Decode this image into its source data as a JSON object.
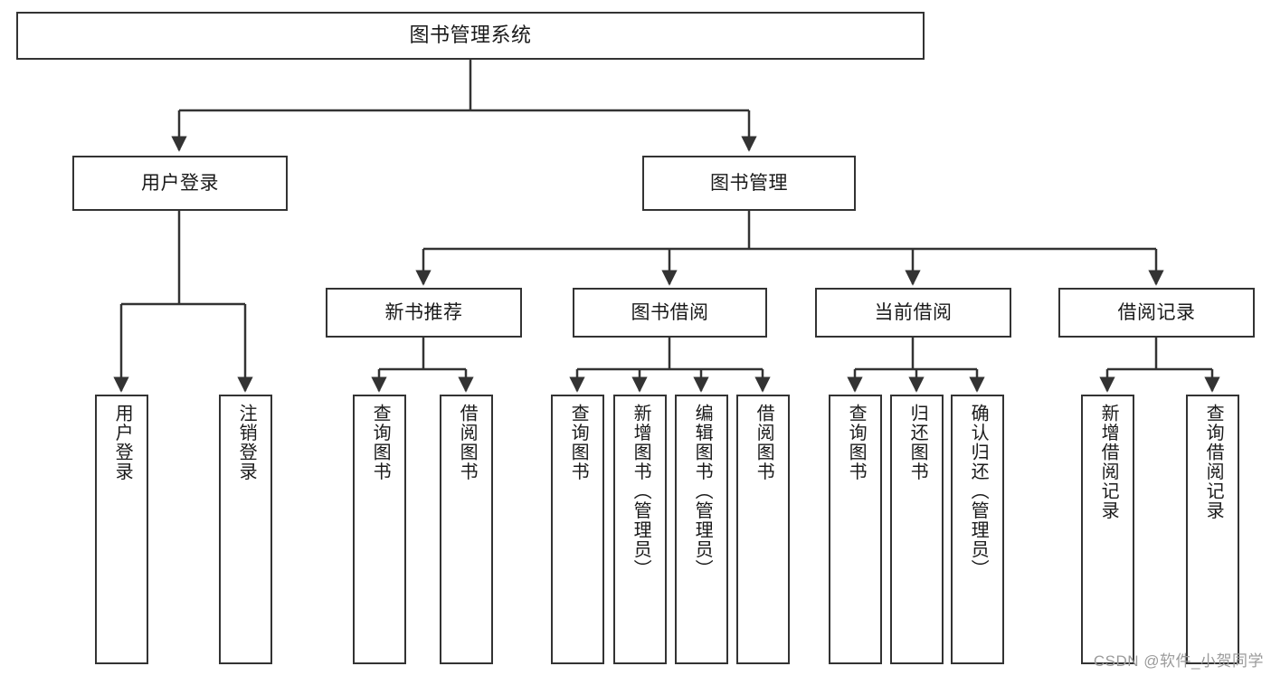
{
  "diagram": {
    "type": "tree-hierarchy-diagram",
    "title": "图书管理系统",
    "watermark": "CSDN @软件_小贺同学",
    "colors": {
      "box_border": "#333333",
      "box_fill": "#ffffff",
      "connector": "#333333",
      "text": "#1a1a1a",
      "watermark": "#9b9b9b",
      "background": "#ffffff"
    },
    "root": {
      "id": "root",
      "label": "图书管理系统"
    },
    "level1": [
      {
        "id": "user-login",
        "label": "用户登录"
      },
      {
        "id": "book-manage",
        "label": "图书管理"
      }
    ],
    "level2": [
      {
        "id": "new-book-recommend",
        "label": "新书推荐",
        "parent": "book-manage"
      },
      {
        "id": "book-borrow",
        "label": "图书借阅",
        "parent": "book-manage"
      },
      {
        "id": "current-borrow",
        "label": "当前借阅",
        "parent": "book-manage"
      },
      {
        "id": "borrow-record",
        "label": "借阅记录",
        "parent": "book-manage"
      }
    ],
    "leaves": [
      {
        "id": "leaf-user-login",
        "label": "用户登录",
        "parent": "user-login"
      },
      {
        "id": "leaf-logout-login",
        "label": "注销登录",
        "parent": "user-login"
      },
      {
        "id": "leaf-query-book-1",
        "label": "查询图书",
        "parent": "new-book-recommend"
      },
      {
        "id": "leaf-borrow-book-1",
        "label": "借阅图书",
        "parent": "new-book-recommend"
      },
      {
        "id": "leaf-query-book-2",
        "label": "查询图书",
        "parent": "book-borrow"
      },
      {
        "id": "leaf-add-book",
        "label": "新增图书（管理员）",
        "parent": "book-borrow"
      },
      {
        "id": "leaf-edit-book",
        "label": "编辑图书（管理员）",
        "parent": "book-borrow"
      },
      {
        "id": "leaf-borrow-book-2",
        "label": "借阅图书",
        "parent": "book-borrow"
      },
      {
        "id": "leaf-query-book-3",
        "label": "查询图书",
        "parent": "current-borrow"
      },
      {
        "id": "leaf-return-book",
        "label": "归还图书",
        "parent": "current-borrow"
      },
      {
        "id": "leaf-confirm-return",
        "label": "确认归还（管理员）",
        "parent": "current-borrow"
      },
      {
        "id": "leaf-add-record",
        "label": "新增借阅记录",
        "parent": "borrow-record"
      },
      {
        "id": "leaf-query-record",
        "label": "查询借阅记录",
        "parent": "borrow-record"
      }
    ]
  }
}
